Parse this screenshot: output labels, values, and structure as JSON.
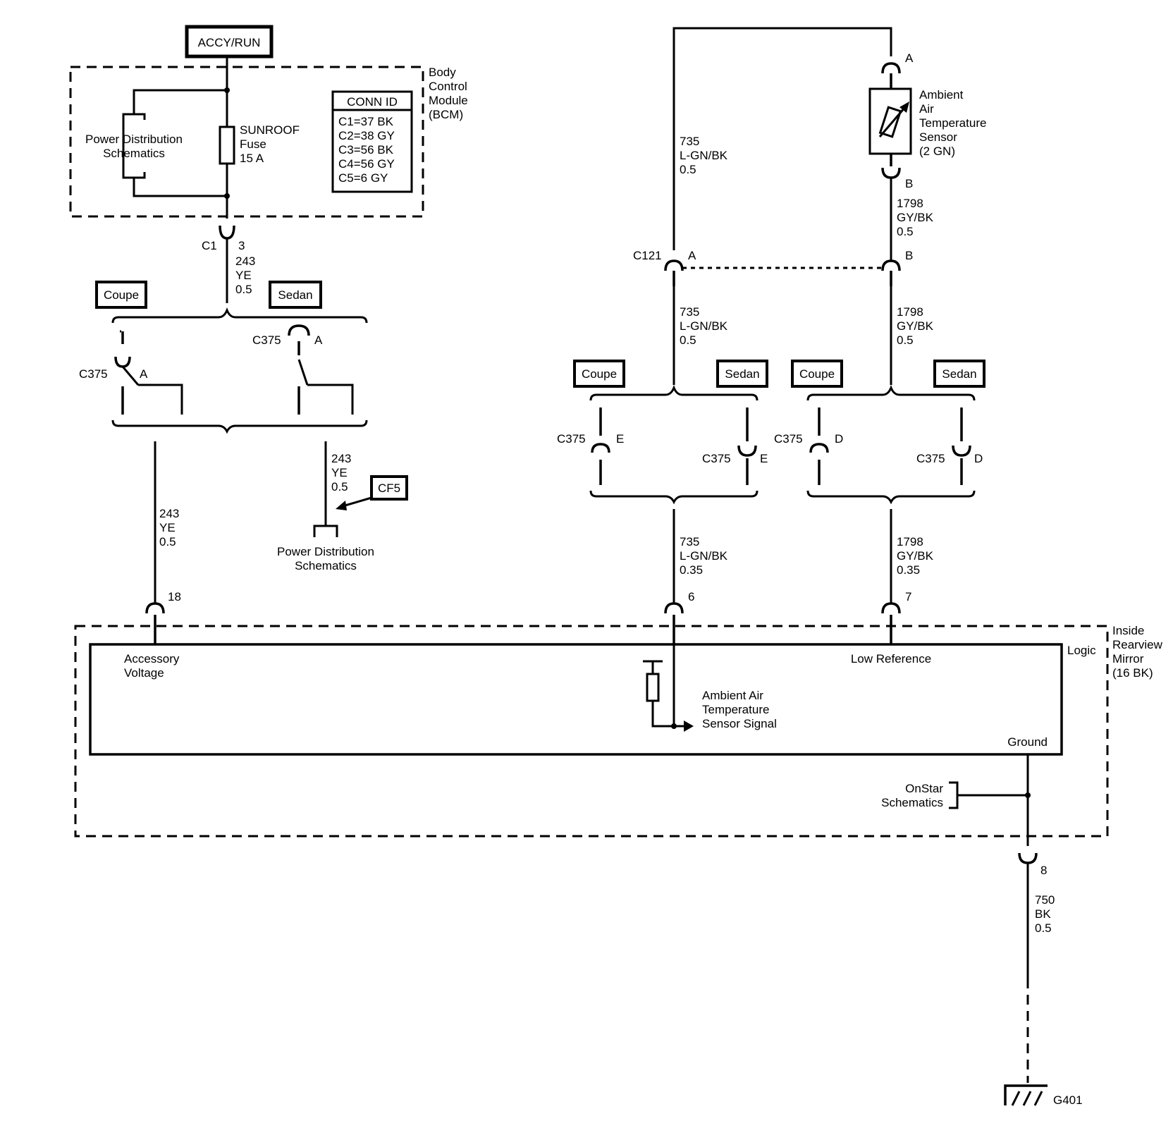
{
  "power": {
    "label": "ACCY/RUN"
  },
  "bcm": {
    "name": [
      "Body",
      "Control",
      "Module",
      "(BCM)"
    ],
    "pds": [
      "Power Distribution",
      "Schematics"
    ],
    "fuse": [
      "SUNROOF",
      "Fuse",
      "15 A"
    ],
    "conn_id": {
      "title": "CONN ID",
      "rows": [
        "C1=37 BK",
        "C2=38 GY",
        "C3=56 BK",
        "C4=56 GY",
        "C5=6 GY"
      ]
    },
    "connector": "C1",
    "pin": "3"
  },
  "wire_243_top": [
    "243",
    "YE",
    "0.5"
  ],
  "left_options": {
    "coupe": "Coupe",
    "sedan": "Sedan",
    "coupe_conn": "C375",
    "coupe_pin": "A",
    "sedan_conn": "C375",
    "sedan_pin": "A"
  },
  "wire_243_left": [
    "243",
    "YE",
    "0.5"
  ],
  "wire_243_right": [
    "243",
    "YE",
    "0.5"
  ],
  "cf5": "CF5",
  "pds_bottom": [
    "Power Distribution",
    "Schematics"
  ],
  "sensor": {
    "name": [
      "Ambient",
      "Air",
      "Temperature",
      "Sensor",
      "(2 GN)"
    ],
    "pin_a": "A",
    "pin_b": "B"
  },
  "wire_735_top": [
    "735",
    "L-GN/BK",
    "0.5"
  ],
  "wire_1798_top": [
    "1798",
    "GY/BK",
    "0.5"
  ],
  "c121": {
    "name": "C121",
    "pin_a": "A",
    "pin_b": "B"
  },
  "wire_735_mid": [
    "735",
    "L-GN/BK",
    "0.5"
  ],
  "wire_1798_mid": [
    "1798",
    "GY/BK",
    "0.5"
  ],
  "mid_options": {
    "coupe_1": "Coupe",
    "sedan_1": "Sedan",
    "coupe_2": "Coupe",
    "sedan_2": "Sedan",
    "c375_e1": "C375",
    "pin_e1": "E",
    "c375_e2": "C375",
    "pin_e2": "E",
    "c375_d1": "C375",
    "pin_d1": "D",
    "c375_d2": "C375",
    "pin_d2": "D"
  },
  "wire_735_bot": [
    "735",
    "L-GN/BK",
    "0.35"
  ],
  "wire_1798_bot": [
    "1798",
    "GY/BK",
    "0.35"
  ],
  "mirror": {
    "name": [
      "Inside",
      "Rearview",
      "Mirror",
      "(16 BK)"
    ],
    "logic": "Logic",
    "accessory": [
      "Accessory",
      "Voltage"
    ],
    "low_ref": "Low Reference",
    "signal": [
      "Ambient Air",
      "Temperature",
      "Sensor Signal"
    ],
    "ground": "Ground",
    "pin_18": "18",
    "pin_6": "6",
    "pin_7": "7",
    "pin_8": "8",
    "onstar": [
      "OnStar",
      "Schematics"
    ]
  },
  "wire_750": [
    "750",
    "BK",
    "0.5"
  ],
  "ground_id": "G401"
}
